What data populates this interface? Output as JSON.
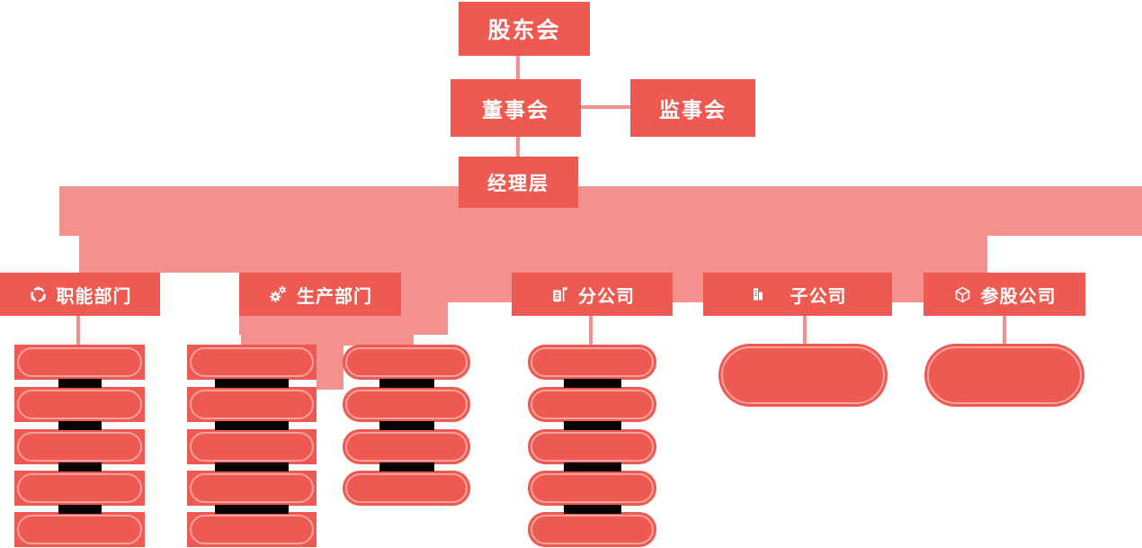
{
  "org_chart": {
    "top_levels": [
      {
        "label": "股东会"
      },
      {
        "label": "董事会"
      },
      {
        "label": "监事会"
      },
      {
        "label": "经理层"
      }
    ],
    "departments": [
      {
        "label": "职能部门",
        "icon": "circular-arrows-icon",
        "pill_columns": [
          5
        ]
      },
      {
        "label": "生产部门",
        "icon": "gears-icon",
        "pill_columns": [
          5,
          4
        ]
      },
      {
        "label": "分公司",
        "icon": "building-flag-icon",
        "pill_columns": [
          5
        ]
      },
      {
        "label": "子公司",
        "icon": "building-icon",
        "pill_columns": [
          1
        ]
      },
      {
        "label": "参股公司",
        "icon": "cube-icon",
        "pill_columns": [
          1
        ]
      }
    ]
  },
  "colors": {
    "node_red": "#ee5a52",
    "band_pink": "#f5918c",
    "pill_outline": "#f7a29d",
    "redaction_bar": "#000000",
    "background": "#ffffff"
  }
}
